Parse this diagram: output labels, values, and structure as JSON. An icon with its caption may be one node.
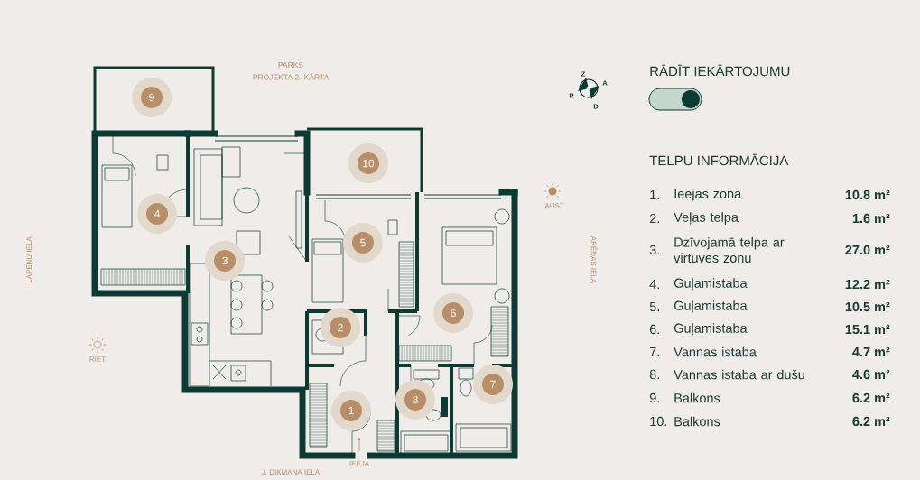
{
  "diagram": {
    "nodes": [
      {
        "text": [
          "1"
        ]
      },
      {
        "text": [
          "2"
        ]
      },
      {
        "text": [
          "3"
        ]
      },
      {
        "text": [
          "4"
        ]
      },
      {
        "text": [
          "5"
        ]
      },
      {
        "text": [
          "6"
        ]
      },
      {
        "text": [
          "7"
        ]
      },
      {
        "text": [
          "8"
        ]
      },
      {
        "text": [
          "9"
        ]
      },
      {
        "text": [
          "10"
        ]
      }
    ],
    "edges": [],
    "labels": [
      "PARKS",
      "PROJEKTA 2. KĀRTA",
      "Z",
      "A",
      "R",
      "D",
      "RĀDĪT IEKĀRTOJUMU",
      "TELPU INFORMĀCIJA",
      "1.",
      "Ieejas zona",
      "10.8 m²",
      "2.",
      "Veļas telpa",
      "1.6 m²",
      "3.",
      "Dzīvojamā telpa ar virtuves zonu",
      "27.0 m²",
      "4.",
      "Guļamistaba",
      "12.2 m²",
      "5.",
      "Guļamistaba",
      "10.5 m²",
      "6.",
      "Guļamistaba",
      "15.1 m²",
      "7.",
      "Vannas istaba",
      "4.7 m²",
      "8.",
      "Vannas istaba ar dušu",
      "4.6 m²",
      "9.",
      "Balkons",
      "6.2 m²",
      "10.",
      "Balkons",
      "6.2 m²",
      "AUST",
      "LAPEŅU IELA",
      "ARĒNAS IELA",
      "RIET",
      "IEEJA",
      "J. DIKMAŅA IELA"
    ]
  }
}
